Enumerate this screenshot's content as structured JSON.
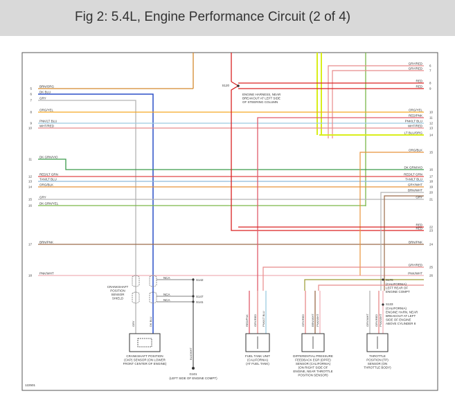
{
  "header": {
    "title": "Fig 2: 5.4L, Engine Performance Circuit (2 of 4)"
  },
  "figure_id": "122501",
  "left_wires": [
    {
      "pin": "5",
      "label": "BRN/ORG",
      "color": "#d4892c"
    },
    {
      "pin": "6",
      "label": "DK BLU",
      "color": "#2a4fc7"
    },
    {
      "pin": "7",
      "label": "GRY",
      "color": "#b3b3b3"
    },
    {
      "pin": "8",
      "label": "ORG/YEL",
      "color": "#f5a623"
    },
    {
      "pin": "9",
      "label": "PNK/LT BLU",
      "color": "#9ccbe0"
    },
    {
      "pin": "10",
      "label": "WHT/RED",
      "color": "#e88a8a"
    },
    {
      "pin": "11",
      "label": "DK GRN/VIO",
      "color": "#3a9a4a"
    },
    {
      "pin": "12",
      "label": "RED/LT GRN",
      "color": "#e04848"
    },
    {
      "pin": "13",
      "label": "TAN/LT BLU",
      "color": "#8fb9d9"
    },
    {
      "pin": "14",
      "label": "ORG/BLK",
      "color": "#e8923a"
    },
    {
      "pin": "15",
      "label": "GRY",
      "color": "#b3b3b3"
    },
    {
      "pin": "16",
      "label": "DK GRN/YEL",
      "color": "#7ab648"
    },
    {
      "pin": "17",
      "label": "BRN/PNK",
      "color": "#9b6b4a"
    },
    {
      "pin": "18",
      "label": "PNK/WHT",
      "color": "#f0b0b8"
    }
  ],
  "right_wires": [
    {
      "pin": "6",
      "label": "GRY/RED",
      "color": "#e88a8a"
    },
    {
      "pin": "7",
      "label": "GRY/RED",
      "color": "#e88a8a"
    },
    {
      "pin": "8",
      "label": "RED",
      "color": "#d92020"
    },
    {
      "pin": "9",
      "label": "RED",
      "color": "#d92020"
    },
    {
      "pin": "10",
      "label": "ORG/YEL",
      "color": "#f5a623"
    },
    {
      "pin": "11",
      "label": "RED/PNK",
      "color": "#e05a6a"
    },
    {
      "pin": "12",
      "label": "PNK/LT BLU",
      "color": "#9ccbe0"
    },
    {
      "pin": "13",
      "label": "WHT/RED",
      "color": "#e88a8a"
    },
    {
      "pin": "14",
      "label": "LT BLU/ORG",
      "color": "#c6e01a"
    },
    {
      "pin": "15",
      "label": "ORG/BLK",
      "color": "#e8923a"
    },
    {
      "pin": "16",
      "label": "DK GRN/VIO",
      "color": "#3a9a4a"
    },
    {
      "pin": "17",
      "label": "RED/LT GRN",
      "color": "#e04848"
    },
    {
      "pin": "18",
      "label": "TAN/LT BLU",
      "color": "#8fb9d9"
    },
    {
      "pin": "19",
      "label": "GRY/WHT",
      "color": "#b3b3b3"
    },
    {
      "pin": "20",
      "label": "BRN/WHT",
      "color": "#9b6b4a"
    },
    {
      "pin": "21",
      "label": "GRY",
      "color": "#b3b3b3"
    },
    {
      "pin": "22",
      "label": "RED",
      "color": "#d92020"
    },
    {
      "pin": "23",
      "label": "RED",
      "color": "#d92020"
    },
    {
      "pin": "24",
      "label": "BRN/PNK",
      "color": "#9b6b4a"
    },
    {
      "pin": "25",
      "label": "GRY/RED",
      "color": "#e88a8a"
    },
    {
      "pin": "26",
      "label": "PNK/WHT",
      "color": "#f0b0b8"
    }
  ],
  "splices": [
    {
      "id": "S120",
      "note": "ENGINE HARNESS, NEAR BREAKOUT AT LEFT SIDE OF STEERING COLUMN"
    },
    {
      "id": "S142",
      "note": ""
    },
    {
      "id": "S147",
      "note": ""
    },
    {
      "id": "S141",
      "note": ""
    },
    {
      "id": "S170",
      "note": "(CALIFORNIA) LEFT REAR OF ENGINE COMPT"
    },
    {
      "id": "S133",
      "note": "(CALIFORNIA) ENGINE HARN, NEAR BREAKOUT AT LEFT SIDE OF ENGINE ABOVE CYLINDER 8"
    }
  ],
  "shield_label": "CRANKSHAFT POSITION SENSOR SHIELD",
  "nc_labels": [
    "NCA",
    "NCA",
    "NCA"
  ],
  "components": [
    {
      "name": "CRANKSHAFT POSITION (CKP) SENSOR (ON LOWER FRONT CENTER OF ENGINE)",
      "pins": [
        "GRY",
        "DK BLU"
      ]
    },
    {
      "name": "FUEL TANK UNIT (CALIFORNIA) (AT FUEL TANK)",
      "pins": [
        "RED/PNK",
        "GRY/RED",
        "PNK/LT BLU"
      ]
    },
    {
      "name": "DIFFERENTIAL PRESSURE FEEDBACK EGR (DPFE) SENSOR (CALIFORNIA) (ON RIGHT SIDE OF ENGINE, NEAR THROTTLE POSITION SENSOR)",
      "pins": [
        "GRY/RED",
        "BRN/WHT",
        "PNK/WHT"
      ]
    },
    {
      "name": "THROTTLE POSITION (TP) SENSOR (ON THROTTLE BODY)",
      "pins": [
        "GRY/WHT",
        "GRY/RED",
        "PNK/WHT"
      ]
    }
  ],
  "ground": {
    "id": "G101",
    "note": "(LEFT SIDE OF ENGINE COMPT)",
    "wire": "BLK/WHT"
  },
  "colors": {
    "header_bg": "#d9d9d9",
    "frame": "#555555",
    "text": "#333333"
  }
}
